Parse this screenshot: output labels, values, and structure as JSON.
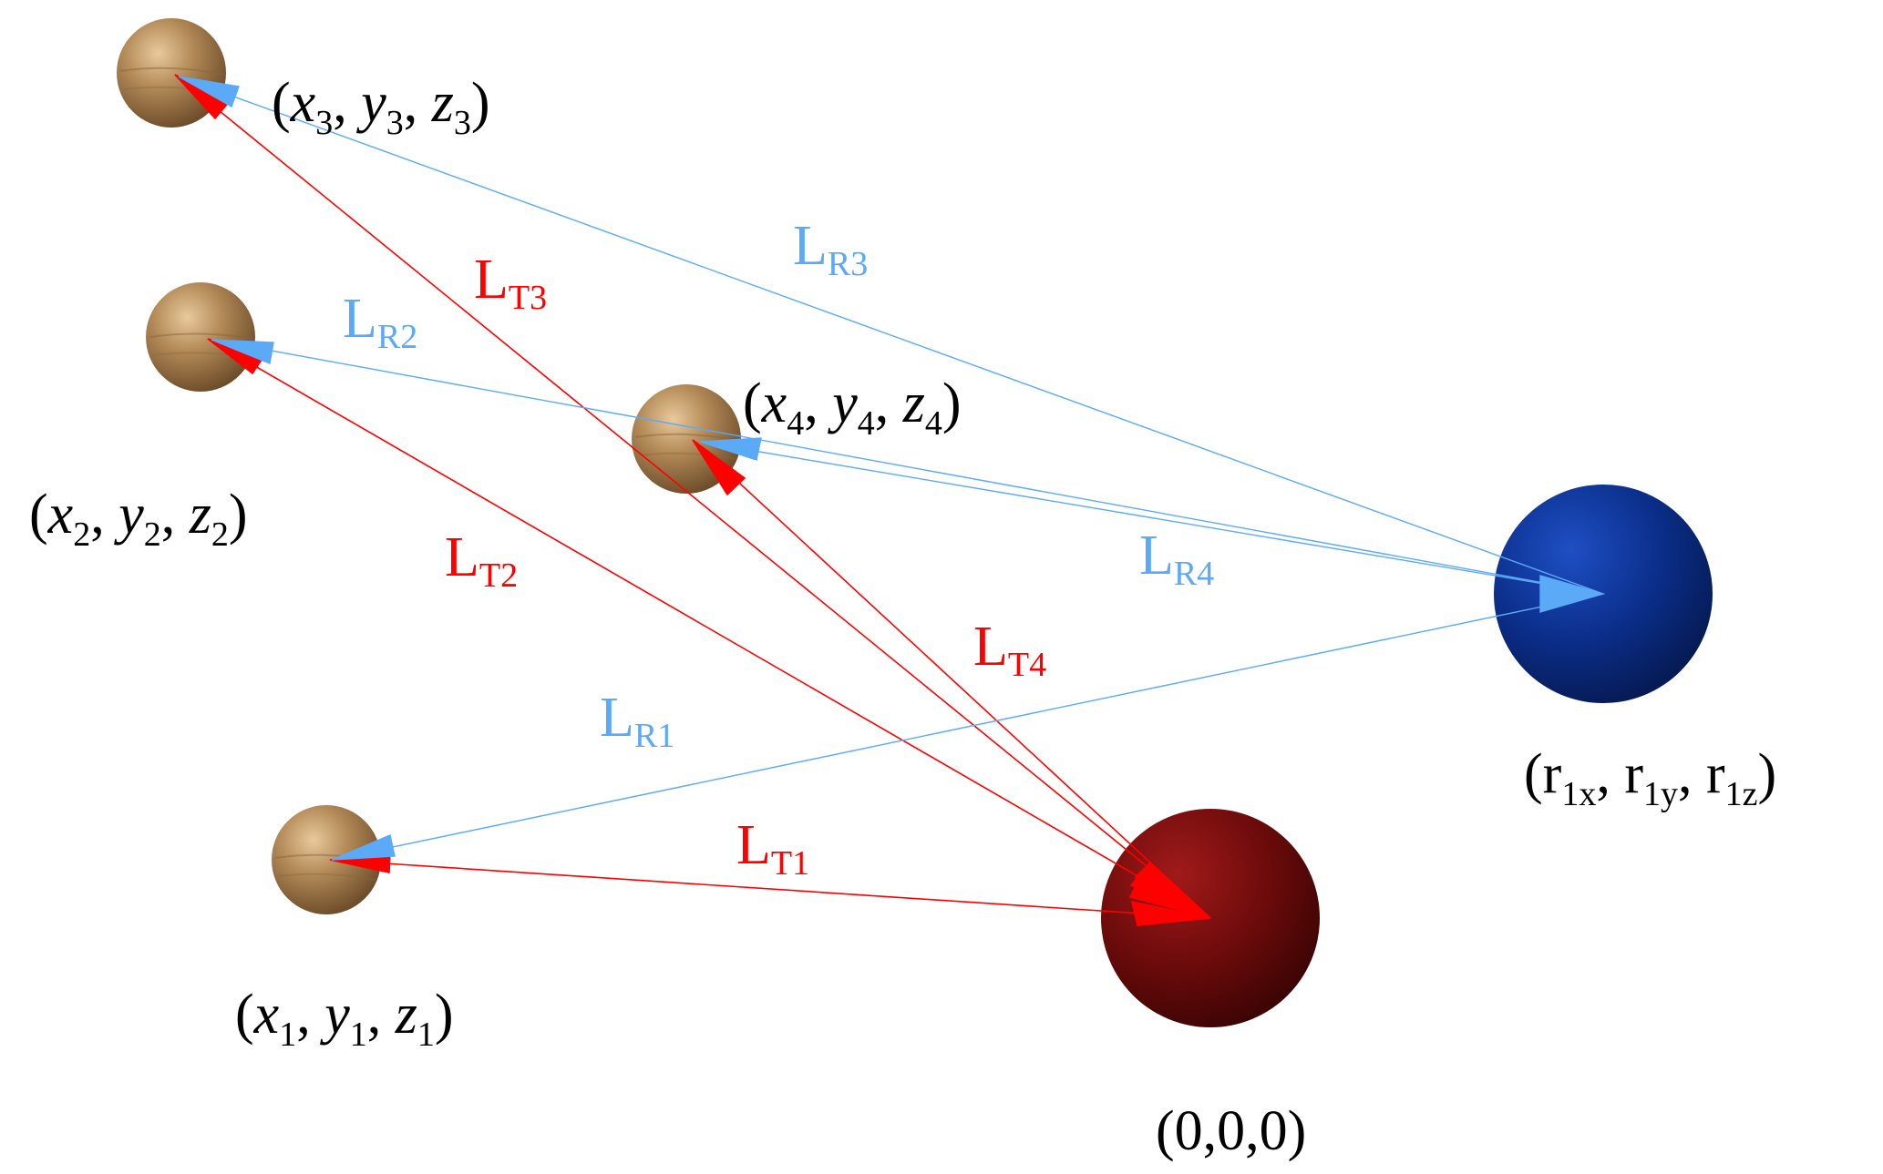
{
  "colors": {
    "transmit": "#ff0000",
    "receive": "#5aaaf7",
    "tag_sphere": "#a37d4f",
    "transmitter_sphere": "#7a0e0e",
    "receiver_sphere": "#0b2e8a",
    "text": "#000000"
  },
  "nodes": {
    "tag1": {
      "label_var": [
        "x",
        "y",
        "z"
      ],
      "sub": "1"
    },
    "tag2": {
      "label_var": [
        "x",
        "y",
        "z"
      ],
      "sub": "2"
    },
    "tag3": {
      "label_var": [
        "x",
        "y",
        "z"
      ],
      "sub": "3"
    },
    "tag4": {
      "label_var": [
        "x",
        "y",
        "z"
      ],
      "sub": "4"
    },
    "transmitter": {
      "label": "(0,0,0)"
    },
    "receiver": {
      "label_main": "r",
      "subs": [
        "1x",
        "1y",
        "1z"
      ]
    }
  },
  "links": {
    "LT1": {
      "main": "L",
      "sub": "T1"
    },
    "LT2": {
      "main": "L",
      "sub": "T2"
    },
    "LT3": {
      "main": "L",
      "sub": "T3"
    },
    "LT4": {
      "main": "L",
      "sub": "T4"
    },
    "LR1": {
      "main": "L",
      "sub": "R1"
    },
    "LR2": {
      "main": "L",
      "sub": "R2"
    },
    "LR3": {
      "main": "L",
      "sub": "R3"
    },
    "LR4": {
      "main": "L",
      "sub": "R4"
    }
  },
  "text": {
    "open": "(",
    "close": ")",
    "sep": ", "
  }
}
